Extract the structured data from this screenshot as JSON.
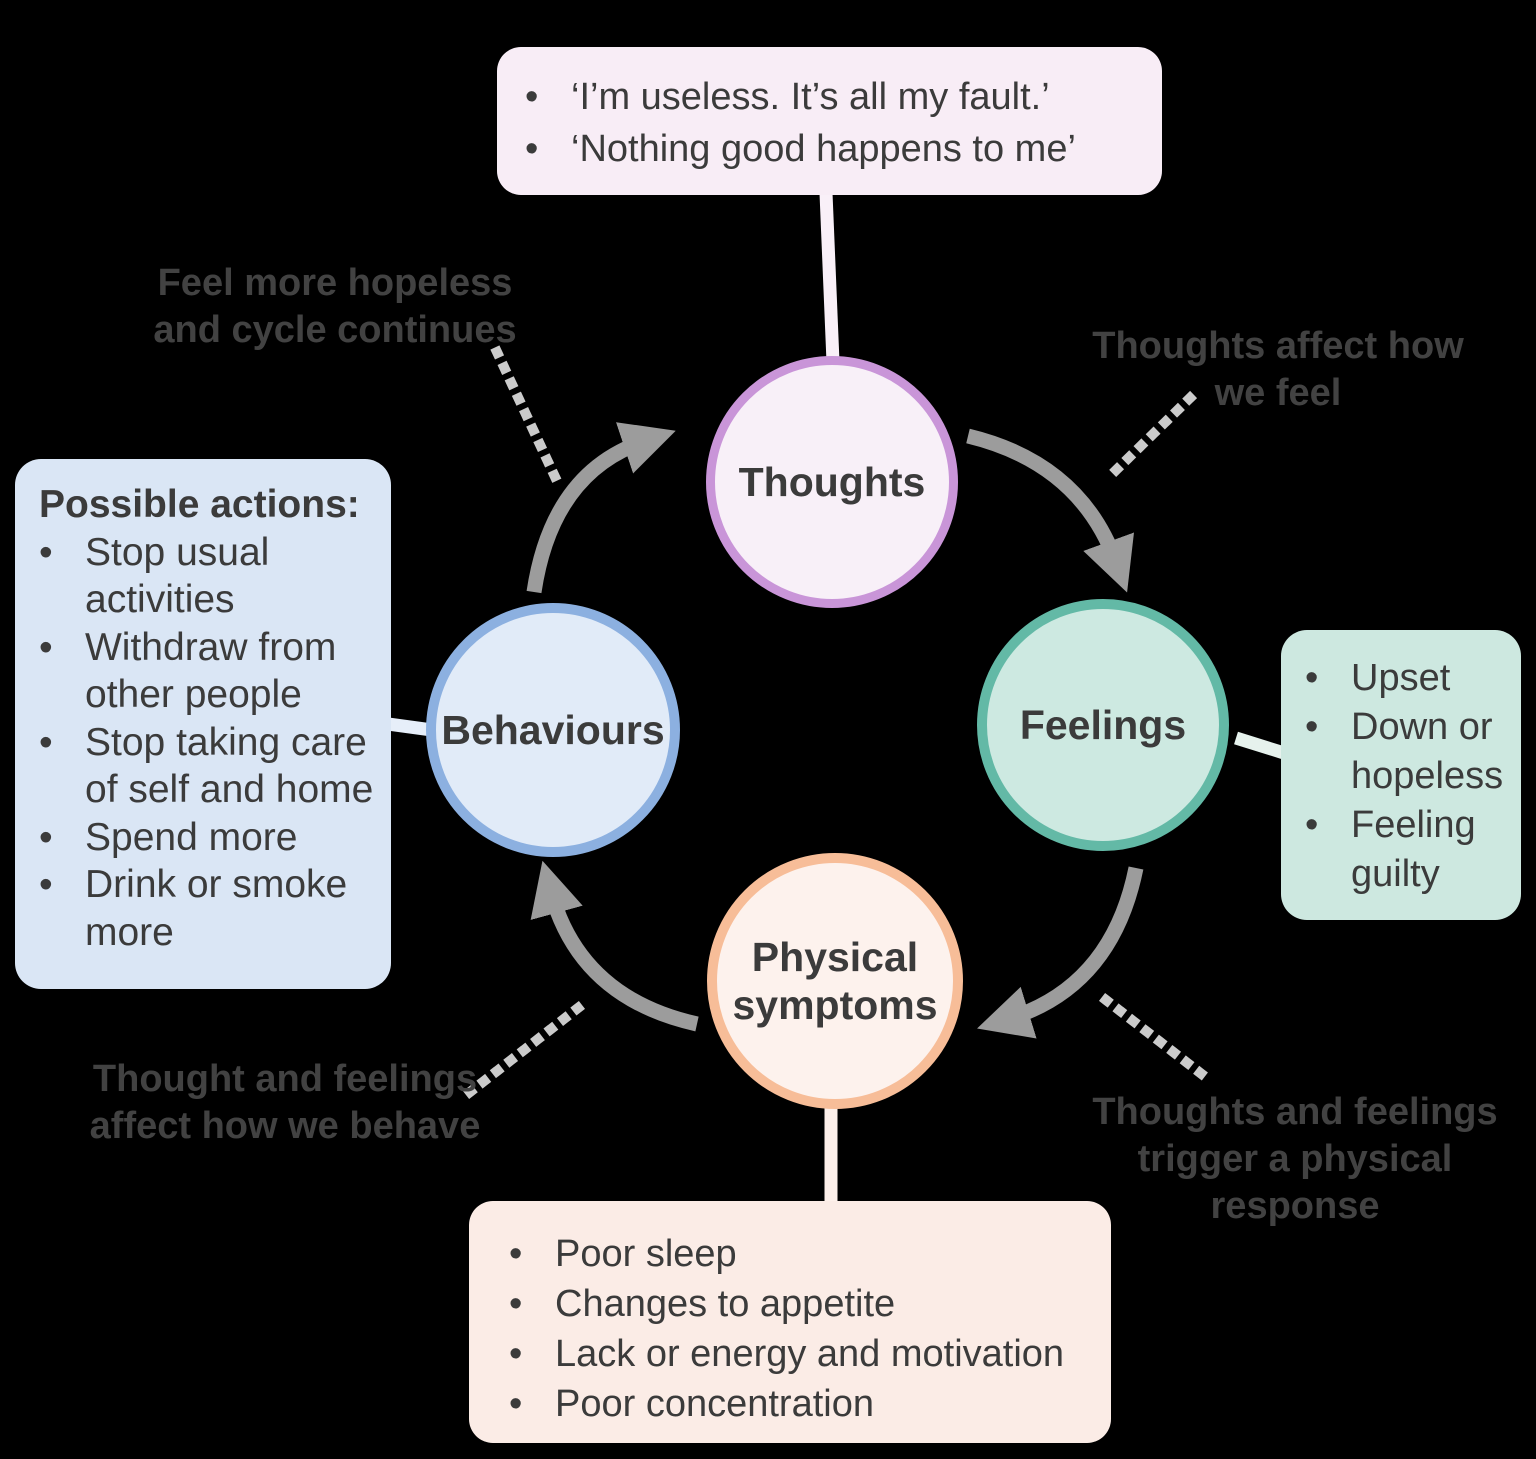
{
  "nodes": {
    "thoughts": {
      "label": "Thoughts",
      "details": [
        "‘I’m useless. It’s all my fault.’",
        "‘Nothing good happens to me’"
      ]
    },
    "feelings": {
      "label": "Feelings",
      "details": [
        "Upset",
        "Down or hopeless",
        "Feeling guilty"
      ]
    },
    "physical_symptoms": {
      "label": "Physical\nsymptoms",
      "details": [
        "Poor sleep",
        "Changes to appetite",
        "Lack or energy and motivation",
        "Poor concentration"
      ]
    },
    "behaviours": {
      "label": "Behaviours",
      "details_title": "Possible actions:",
      "details": [
        "Stop usual activities",
        "Withdraw from other people",
        "Stop taking care of self and home",
        "Spend more",
        "Drink or smoke more"
      ]
    }
  },
  "annotations": {
    "behaviours_to_thoughts": "Feel more hopeless\nand cycle continues",
    "thoughts_to_feelings": "Thoughts affect how\nwe feel",
    "feelings_to_physical": "Thoughts and feelings\ntrigger a physical\nresponse",
    "physical_to_behaviours": "Thought and feelings\naffect how we behave"
  },
  "colors": {
    "background": "#000000",
    "text": "#3b3b3b",
    "annotation_text": "#424242",
    "arrow": "#9c9c9c",
    "dotted_line": "#cbcbcb",
    "thoughts_fill": "#f8f0f8",
    "thoughts_border": "#c995d8",
    "thoughts_box": "#f8edf6",
    "feelings_fill": "#cde9e1",
    "feelings_border": "#63b9a6",
    "feelings_box": "#cde8e0",
    "behaviours_fill": "#e1ebf8",
    "behaviours_border": "#8cb0e0",
    "behaviours_box": "#dae6f5",
    "physical_fill": "#fdf2ed",
    "physical_border": "#f7bd98",
    "physical_box": "#fbece6"
  }
}
